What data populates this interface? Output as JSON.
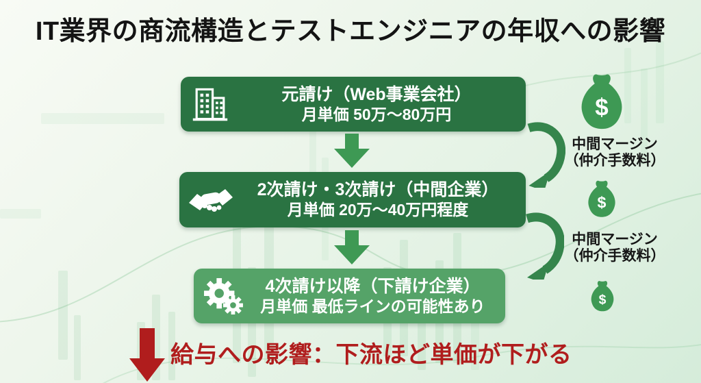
{
  "title": "IT業界の商流構造とテストエンジニアの年収への影響",
  "flow": {
    "boxes": [
      {
        "icon": "building-icon",
        "line1": "元請け（Web事業会社）",
        "line2": "月単価 50万～80万円"
      },
      {
        "icon": "handshake-icon",
        "line1": "2次請け・3次請け（中間企業）",
        "line2": "月単価 20万～40万円程度"
      },
      {
        "icon": "gears-icon",
        "line1": "4次請け以降（下請け企業）",
        "line2": "月単価 最低ラインの可能性あり"
      }
    ]
  },
  "margins": {
    "label_line1": "中間マージン",
    "label_line2": "（仲介手数料）",
    "bag_symbol": "$"
  },
  "footer": {
    "text": "給与への影響：下流ほど単価が下がる"
  },
  "colors": {
    "box_dark_green": "#2a7342",
    "box_light_green": "#55a368",
    "accent_green": "#3e9954",
    "curved_arrow_green": "#35854c",
    "footer_red": "#b01d1d",
    "background_mint": "#e3f2e4"
  }
}
